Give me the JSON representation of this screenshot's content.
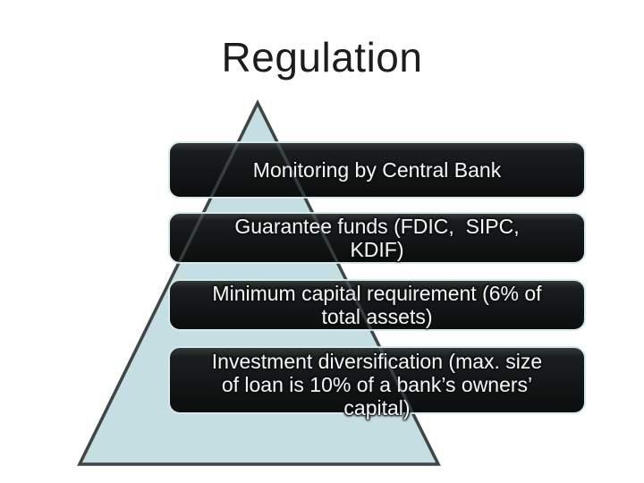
{
  "slide": {
    "title": "Regulation",
    "background_color": "#ffffff",
    "title_color": "#1c1c1c"
  },
  "pyramid": {
    "shape": "triangle",
    "fill_color": "#c4dee2",
    "stroke_color": "#1d2322",
    "levels": [
      {
        "name": "level-1",
        "lines": [
          "Monitoring by Central Bank"
        ]
      },
      {
        "name": "level-2",
        "lines": [
          "Guarantee funds (FDIC,  SIPC,",
          "KDIF)"
        ]
      },
      {
        "name": "level-3",
        "lines": [
          "Minimum capital requirement (6% of",
          "total assets)"
        ]
      },
      {
        "name": "level-4",
        "lines": [
          "Investment diversification (max. size",
          "of loan is 10% of a bank’s owners’",
          "capital)"
        ]
      }
    ],
    "box_text_color": "#f5f7f7",
    "box_fill_color": "#141717",
    "box_border_color": "#d8e9eb"
  }
}
